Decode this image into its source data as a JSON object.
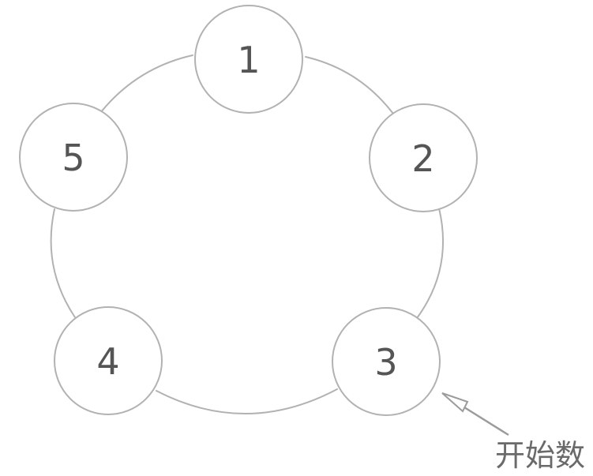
{
  "diagram": {
    "type": "cycle",
    "nodes": [
      {
        "label": "1"
      },
      {
        "label": "2"
      },
      {
        "label": "3"
      },
      {
        "label": "4"
      },
      {
        "label": "5"
      }
    ],
    "annotation": {
      "label": "开始数",
      "target_node": "3"
    },
    "colors": {
      "background": "#ffffff",
      "node_fill": "#ffffff",
      "node_stroke": "#b2b2b2",
      "connector_stroke": "#b2b2b2",
      "number_color": "#555555",
      "arrow_color": "#9c9c9c",
      "annotation_color": "#6a6a6a"
    }
  }
}
